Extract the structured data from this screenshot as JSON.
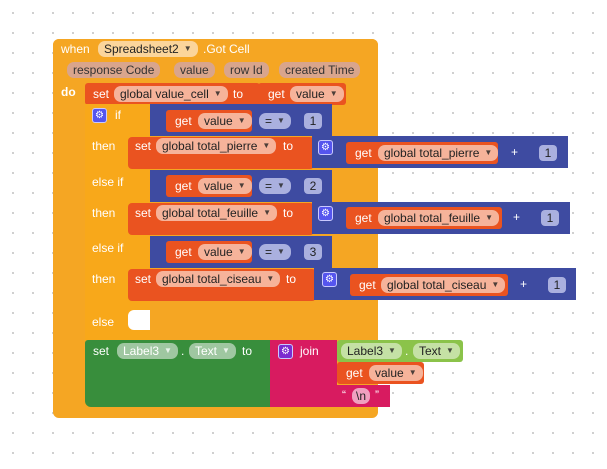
{
  "event": {
    "when_label": "when",
    "component": "Spreadsheet2",
    "event_name": ".Got Cell",
    "params": [
      "response Code",
      "value",
      "row Id",
      "created Time"
    ],
    "do_label": "do"
  },
  "set_value_cell": {
    "set_label": "set",
    "variable": "global value_cell",
    "to_label": "to",
    "get_label": "get",
    "get_var": "value"
  },
  "if_block": {
    "if_label": "if",
    "then_label": "then",
    "else_if_label": "else if",
    "else_label": "else",
    "branches": [
      {
        "condition": {
          "get_label": "get",
          "var": "value",
          "op": "=",
          "value": "1"
        },
        "action": {
          "set_label": "set",
          "variable": "global total_pierre",
          "to_label": "to",
          "get_label": "get",
          "get_var": "global total_pierre",
          "op": "+",
          "addend": "1"
        }
      },
      {
        "condition": {
          "get_label": "get",
          "var": "value",
          "op": "=",
          "value": "2"
        },
        "action": {
          "set_label": "set",
          "variable": "global total_feuille",
          "to_label": "to",
          "get_label": "get",
          "get_var": "global total_feuille",
          "op": "+",
          "addend": "1"
        }
      },
      {
        "condition": {
          "get_label": "get",
          "var": "value",
          "op": "=",
          "value": "3"
        },
        "action": {
          "set_label": "set",
          "variable": "global total_ciseau",
          "to_label": "to",
          "get_label": "get",
          "get_var": "global total_ciseau",
          "op": "+",
          "addend": "1"
        }
      }
    ]
  },
  "set_label": {
    "set_label": "set",
    "component": "Label3",
    "dot": ".",
    "property": "Text",
    "to_label": "to",
    "join_label": "join",
    "join_items": {
      "label_component": "Label3",
      "label_property": "Text",
      "get_label": "get",
      "get_var": "value",
      "string_open": "“",
      "string_value": "\\n",
      "string_close": "”"
    }
  }
}
